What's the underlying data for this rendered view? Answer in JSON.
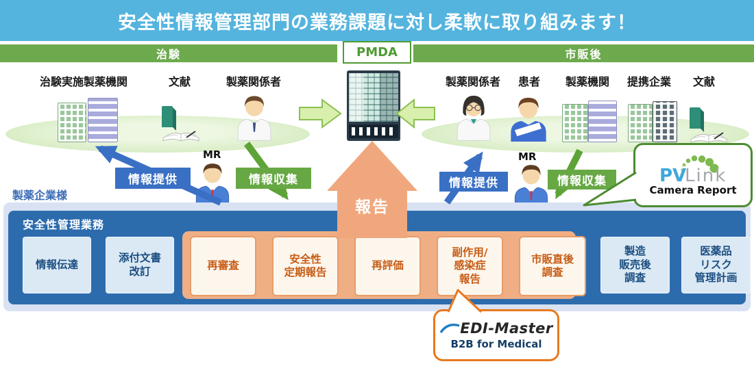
{
  "colors": {
    "banner_bg": "#54b4de",
    "section_green": "#6caa4d",
    "pmda_green": "#4f9b33",
    "flow_blue": "#3a70c4",
    "flow_green": "#67a845",
    "report_arrow_orange": "#f1a77d",
    "company_box_blue": "#2c6cad",
    "panel_bg": "#d8e2f3",
    "task_blue_bg": "#dbe9f5",
    "task_blue_text": "#1b4e80",
    "task_orange_band": "#f0ae85",
    "task_orange_bg": "#fdf6ed",
    "task_orange_text": "#c75c15",
    "pvlink_border_green": "#4b8b31",
    "edi_border_orange": "#e8791d"
  },
  "banner": {
    "title": "安全性情報管理部門の業務課題に対し柔軟に取り組みます！"
  },
  "sections": {
    "left": "治験",
    "center": "PMDA",
    "right": "市販後"
  },
  "entities": {
    "left": [
      "治験実施製薬機関",
      "文献",
      "製薬関係者"
    ],
    "right": [
      "製薬関係者",
      "患者",
      "製薬機関",
      "提携企業",
      "文献"
    ]
  },
  "flows": {
    "mr_left": "MR",
    "mr_right": "MR",
    "provide_left": "情報提供",
    "collect_left": "情報収集",
    "provide_right": "情報提供",
    "collect_right": "情報収集",
    "report": "報告"
  },
  "company": {
    "label": "製薬企業様",
    "box_title": "安全性管理業務",
    "tasks_blue_left": [
      "情報伝達",
      "添付文書\n改訂"
    ],
    "tasks_orange": [
      "再審査",
      "安全性\n定期報告",
      "再評価",
      "副作用/\n感染症\n報告",
      "市販直後\n調査"
    ],
    "tasks_blue_right": [
      "製造\n販売後\n調査",
      "医薬品\nリスク\n管理計画"
    ]
  },
  "callouts": {
    "pvlink": {
      "logo_pv": "PV",
      "logo_link": "Link",
      "caption": "Camera Report"
    },
    "edi": {
      "logo": "EDI-Master",
      "caption": "B2B for Medical"
    }
  }
}
